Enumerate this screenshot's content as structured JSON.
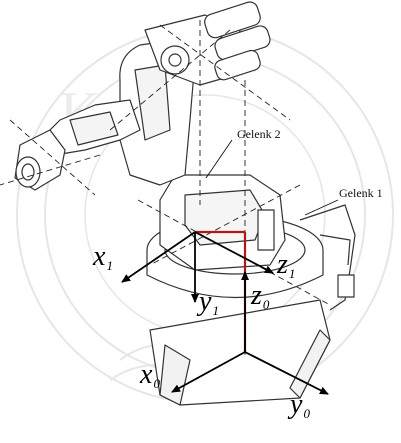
{
  "labels": {
    "joint2": "Gelenk 2",
    "joint1": "Gelenk 1"
  },
  "axes": {
    "x1": {
      "letter": "x",
      "sub": "1"
    },
    "y1": {
      "letter": "y",
      "sub": "1"
    },
    "z1": {
      "letter": "z",
      "sub": "1"
    },
    "z0": {
      "letter": "z",
      "sub": "0"
    },
    "x0": {
      "letter": "x",
      "sub": "0"
    },
    "y0": {
      "letter": "y",
      "sub": "0"
    }
  },
  "colors": {
    "line": "#333333",
    "frame": "#000000",
    "link_highlight": "#b01818",
    "watermark": "#e6e6e6"
  },
  "icons": [
    "robot-arm-illustration",
    "university-seal-watermark"
  ]
}
